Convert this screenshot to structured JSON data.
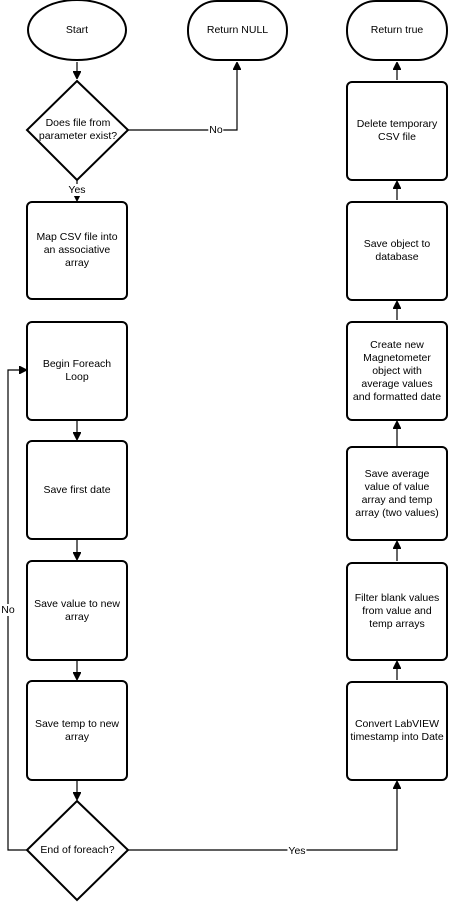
{
  "nodes": {
    "start": "Start",
    "file_exists": "Does file from\nparameter exist?",
    "return_null": "Return NULL",
    "map_csv": "Map CSV file into\nan associative\narray",
    "begin_foreach": "Begin Foreach\nLoop",
    "save_first_date": "Save first date",
    "save_value": "Save value to new\narray",
    "save_temp": "Save temp to new\narray",
    "end_foreach": "End of foreach?",
    "convert_timestamp": "Convert LabVIEW\ntimestamp into Date",
    "filter_blank": "Filter blank values\nfrom value and\ntemp arrays",
    "save_average": "Save average\nvalue of value\narray and temp\narray (two values)",
    "create_object": "Create new\nMagnetometer\nobject with\naverage values\nand formatted date",
    "save_object": "Save object to\ndatabase",
    "delete_csv": "Delete temporary\nCSV file",
    "return_true": "Return true"
  },
  "edges": {
    "no_to_null": "No",
    "yes_to_map": "Yes",
    "no_loop": "No",
    "yes_to_convert": "Yes"
  }
}
